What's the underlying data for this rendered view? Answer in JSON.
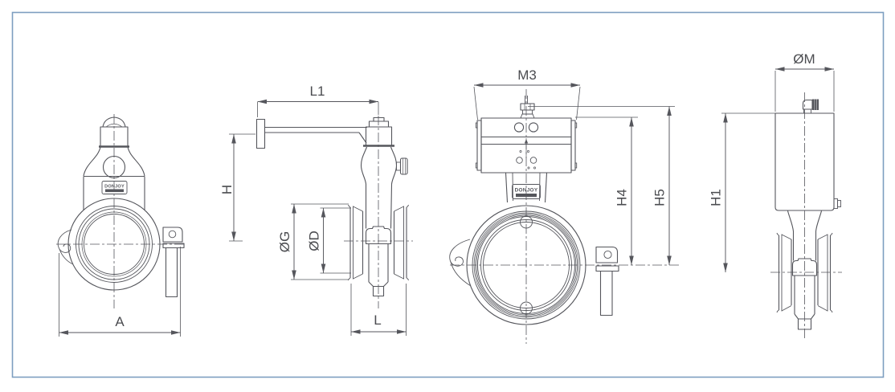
{
  "drawing": {
    "brand": "DONJOY",
    "labels": {
      "A": "A",
      "L1": "L1",
      "H": "H",
      "OG": "ØG",
      "OD": "ØD",
      "L": "L",
      "M3": "M3",
      "H4": "H4",
      "H5": "H5",
      "OM": "ØM",
      "H1": "H1"
    },
    "colors": {
      "line": "#55565c",
      "label": "#4b4c50",
      "border": "#7d9ec0",
      "background": "#ffffff"
    }
  }
}
